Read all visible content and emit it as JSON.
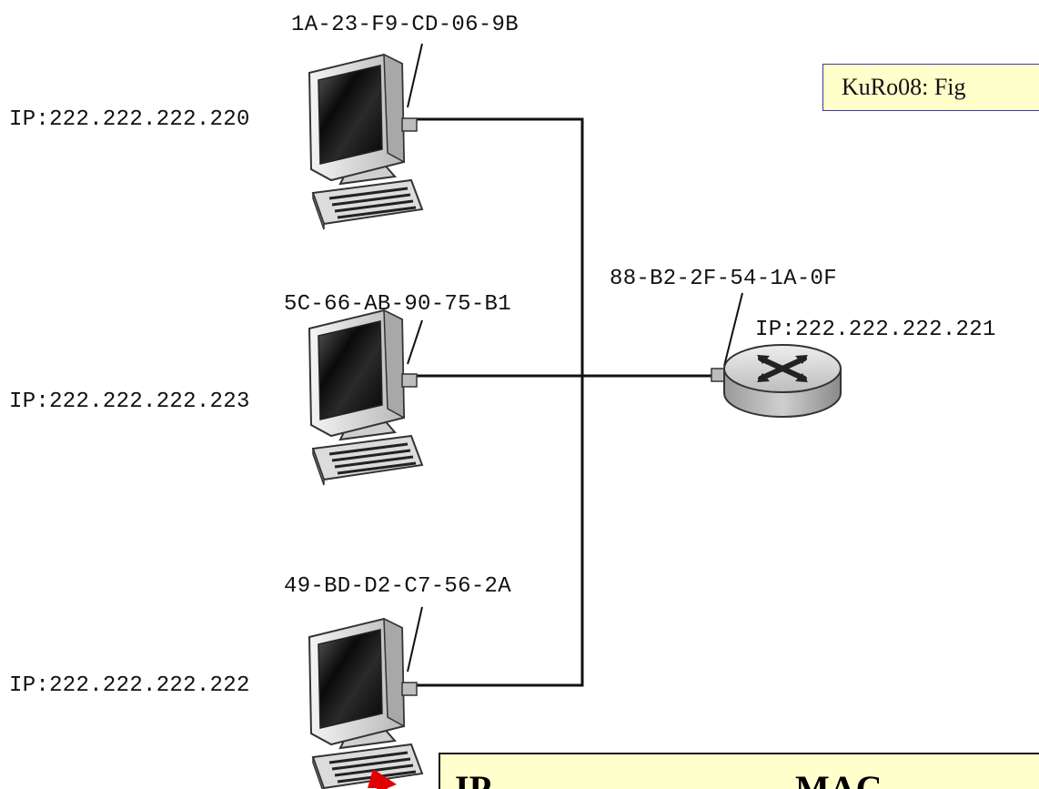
{
  "citation": "KuRo08: Fig",
  "hosts": [
    {
      "mac": "1A-23-F9-CD-06-9B",
      "ip": "IP:222.222.222.220"
    },
    {
      "mac": "5C-66-AB-90-75-B1",
      "ip": "IP:222.222.222.223"
    },
    {
      "mac": "49-BD-D2-C7-56-2A",
      "ip": "IP:222.222.222.222"
    }
  ],
  "router": {
    "mac": "88-B2-2F-54-1A-0F",
    "ip": "IP:222.222.222.221"
  },
  "note": {
    "left": "IP-",
    "right": "MAC-"
  },
  "colors": {
    "note_background": "#ffffcc",
    "citation_border": "#3a3aa8",
    "pointer_arrow": "#e00000"
  },
  "icons": [
    "desktop-computer-icon",
    "router-icon",
    "pointer-arrow-icon"
  ]
}
